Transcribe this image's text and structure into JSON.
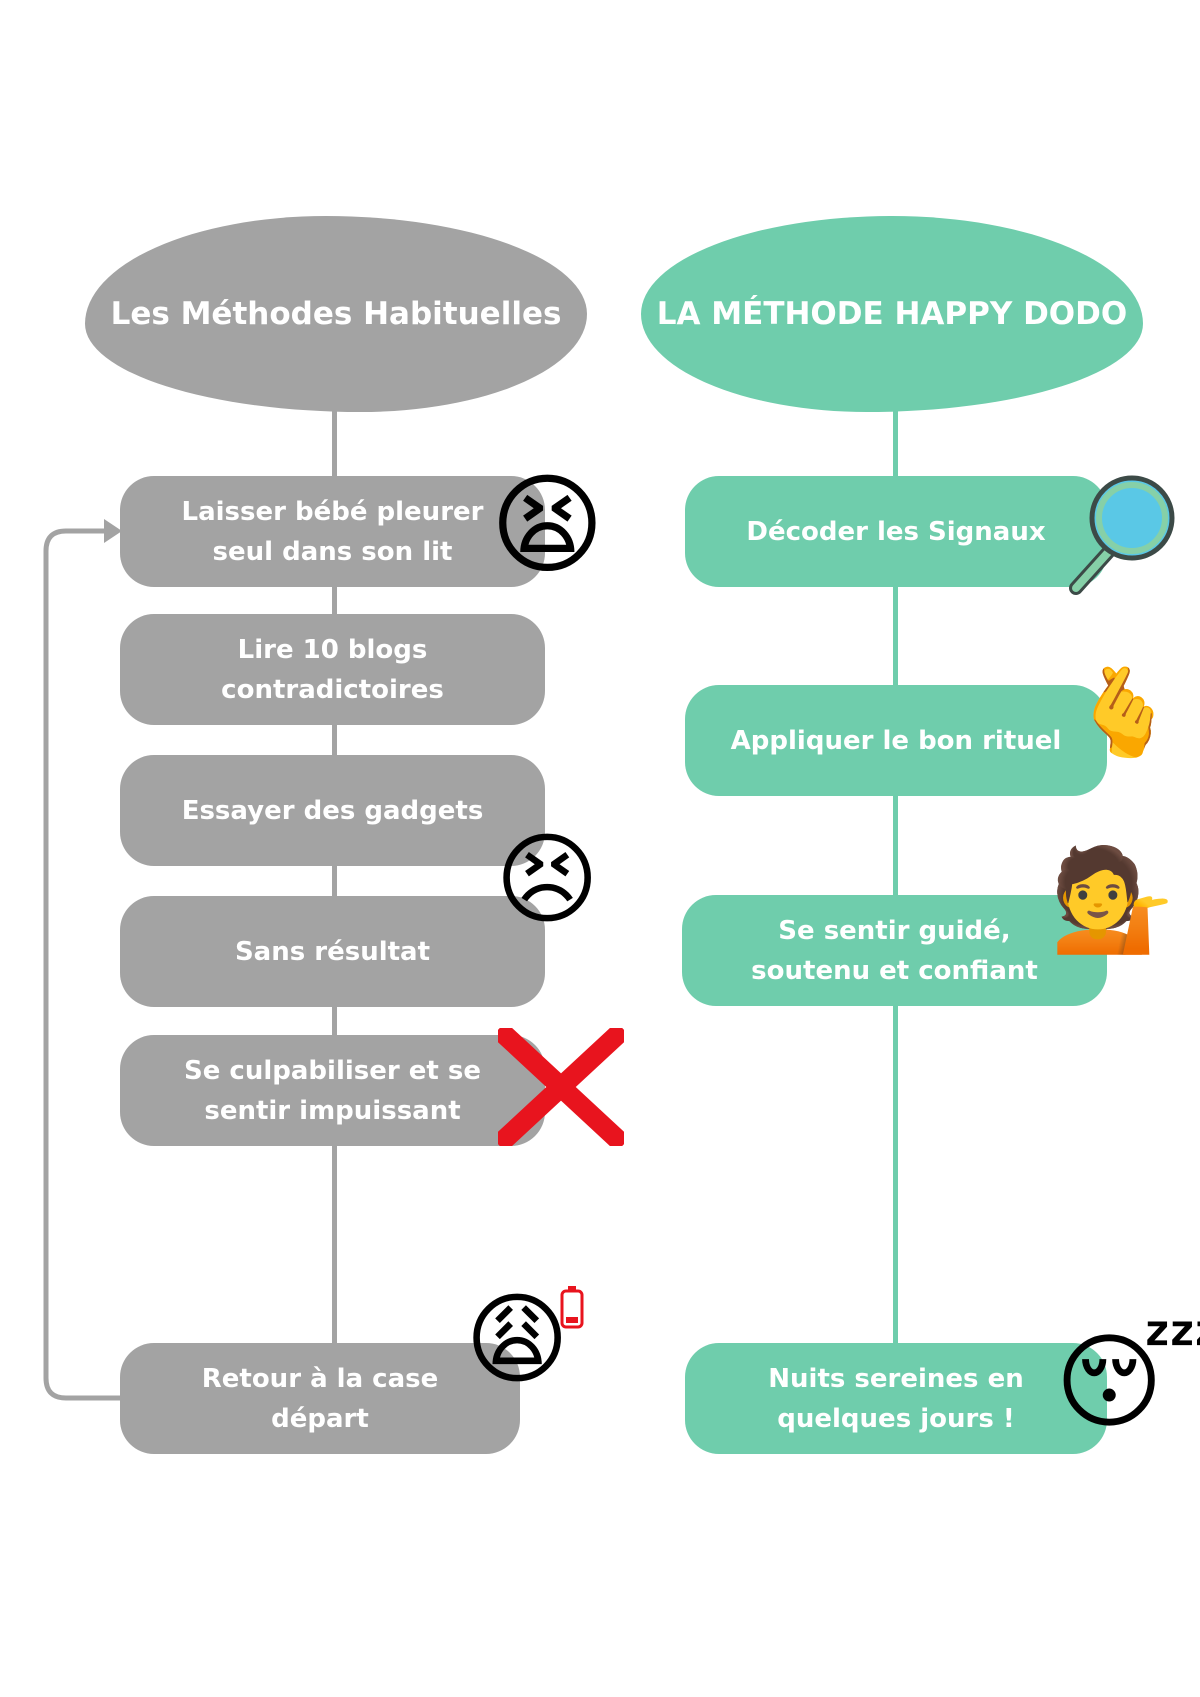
{
  "left": {
    "title": "Les Méthodes Habituelles",
    "steps": [
      "Laisser bébé pleurer\nseul dans son lit",
      "Lire 10 blogs\ncontradictoires",
      "Essayer des gadgets",
      "Sans résultat",
      "Se culpabiliser et se\nsentir impuissant",
      "Retour à la case\ndépart"
    ]
  },
  "right": {
    "title": "LA MÉTHODE HAPPY DODO",
    "steps": [
      "Décoder les Signaux",
      "Appliquer le bon rituel",
      "Se sentir guidé,\nsoutenu et confiant",
      "Nuits sereines en\nquelques jours !"
    ]
  },
  "colors": {
    "grey": "#a3a3a3",
    "green": "#6fcdac",
    "cross": "#e8141e"
  }
}
